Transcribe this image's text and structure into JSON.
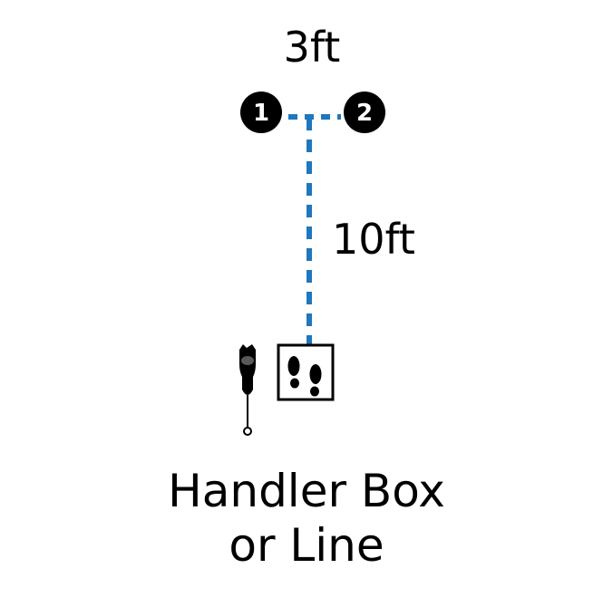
{
  "diagram": {
    "width_label": "3ft",
    "distance_label": "10ft",
    "handler_label_line1": "Handler Box",
    "handler_label_line2": "or Line",
    "marker_1_number": "1",
    "marker_2_number": "2",
    "line_color": "#1f77bd",
    "marker_color": "#000000"
  }
}
